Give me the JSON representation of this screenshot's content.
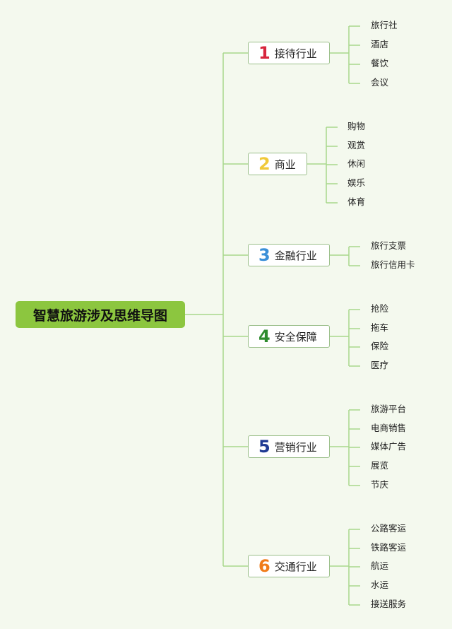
{
  "root": {
    "label": "智慧旅游涉及思维导图"
  },
  "colors": {
    "background": "#f4f9ee",
    "root_fill": "#8cc63f",
    "connector": "#a8d88c",
    "branch_border": "#9bbf8a",
    "numbers": [
      "#d7263d",
      "#f0c93a",
      "#3a8fd8",
      "#2e8b2e",
      "#1f3a93",
      "#f07c1a"
    ]
  },
  "branches": [
    {
      "number": "1",
      "label": "接待行业",
      "items": [
        "旅行社",
        "酒店",
        "餐饮",
        "会议"
      ]
    },
    {
      "number": "2",
      "label": "商业",
      "items": [
        "购物",
        "观赏",
        "休闲",
        "娱乐",
        "体育"
      ]
    },
    {
      "number": "3",
      "label": "金融行业",
      "items": [
        "旅行支票",
        "旅行信用卡"
      ]
    },
    {
      "number": "4",
      "label": "安全保障",
      "items": [
        "抢险",
        "拖车",
        "保险",
        "医疗"
      ]
    },
    {
      "number": "5",
      "label": "营销行业",
      "items": [
        "旅游平台",
        "电商销售",
        "媒体广告",
        "展览",
        "节庆"
      ]
    },
    {
      "number": "6",
      "label": "交通行业",
      "items": [
        "公路客运",
        "铁路客运",
        "航运",
        "水运",
        "接送服务"
      ]
    }
  ]
}
